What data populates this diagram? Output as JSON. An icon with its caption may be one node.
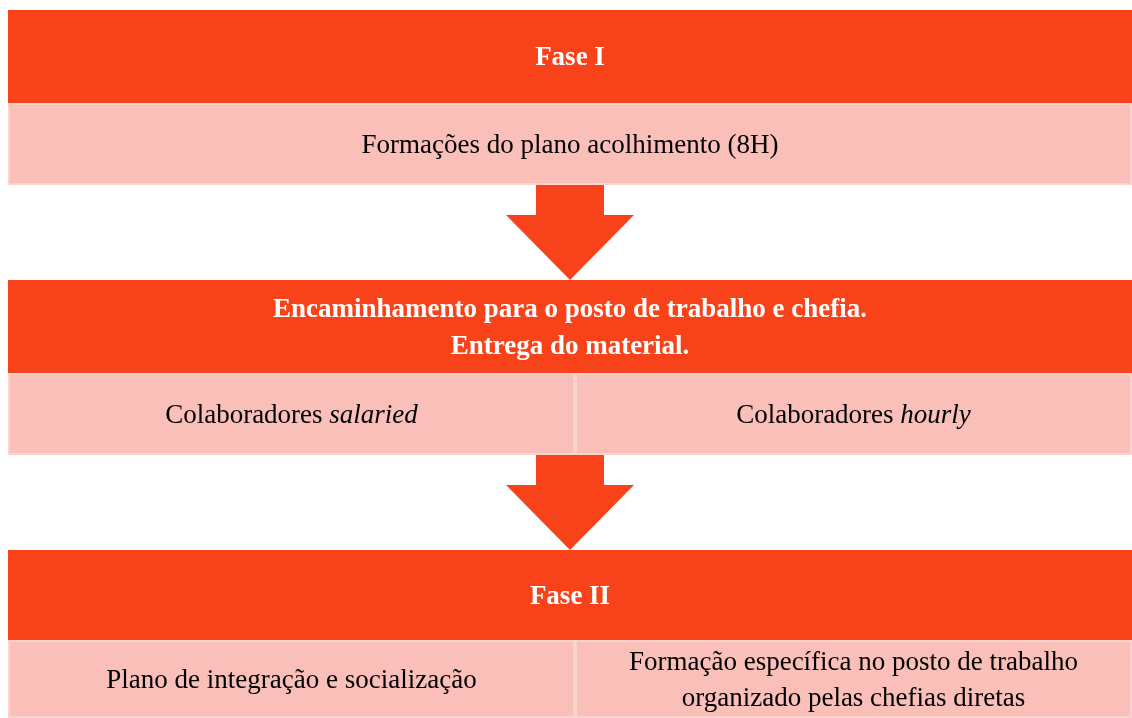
{
  "diagram": {
    "nodes": [
      {
        "text": [
          "Fase I"
        ]
      },
      {
        "text": [
          "Formações do plano acolhimento (8H)"
        ]
      },
      {
        "text": [
          "Encaminhamento para o posto de trabalho e chefia.",
          "Entrega do material."
        ]
      },
      {
        "text": [
          "Colaboradores *salaried*"
        ]
      },
      {
        "text": [
          "Colaboradores *hourly*"
        ]
      },
      {
        "text": [
          "Fase II"
        ]
      },
      {
        "text": [
          "Plano de integração e socialização"
        ]
      },
      {
        "text": [
          "Formação específica no posto de trabalho organizado pelas chefias diretas"
        ]
      }
    ],
    "edges": [
      {
        "from": 1,
        "to": 2,
        "arrow": "to"
      },
      {
        "from": 3,
        "to": 5,
        "arrow": "to"
      },
      {
        "from": 4,
        "to": 5,
        "arrow": "to"
      }
    ]
  }
}
